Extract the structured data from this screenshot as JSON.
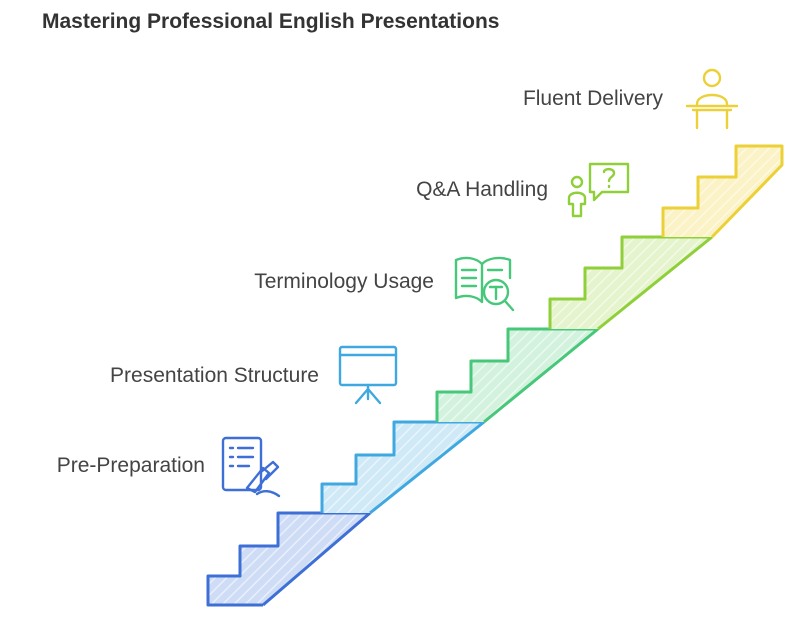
{
  "title": "Mastering Professional English Presentations",
  "steps": [
    {
      "label": "Pre-Preparation",
      "icon": "checklist-writing-icon",
      "color": "#3d6fd6",
      "fill": "#cfdcf6"
    },
    {
      "label": "Presentation Structure",
      "icon": "presentation-board-icon",
      "color": "#3fa8e0",
      "fill": "#cfe9f7"
    },
    {
      "label": "Terminology Usage",
      "icon": "dictionary-search-icon",
      "color": "#47c779",
      "fill": "#d3f2de"
    },
    {
      "label": "Q&A Handling",
      "icon": "person-question-icon",
      "color": "#8fcf3a",
      "fill": "#e5f4cd"
    },
    {
      "label": "Fluent Delivery",
      "icon": "speaker-podium-icon",
      "color": "#ecd037",
      "fill": "#fbf2c6"
    }
  ]
}
